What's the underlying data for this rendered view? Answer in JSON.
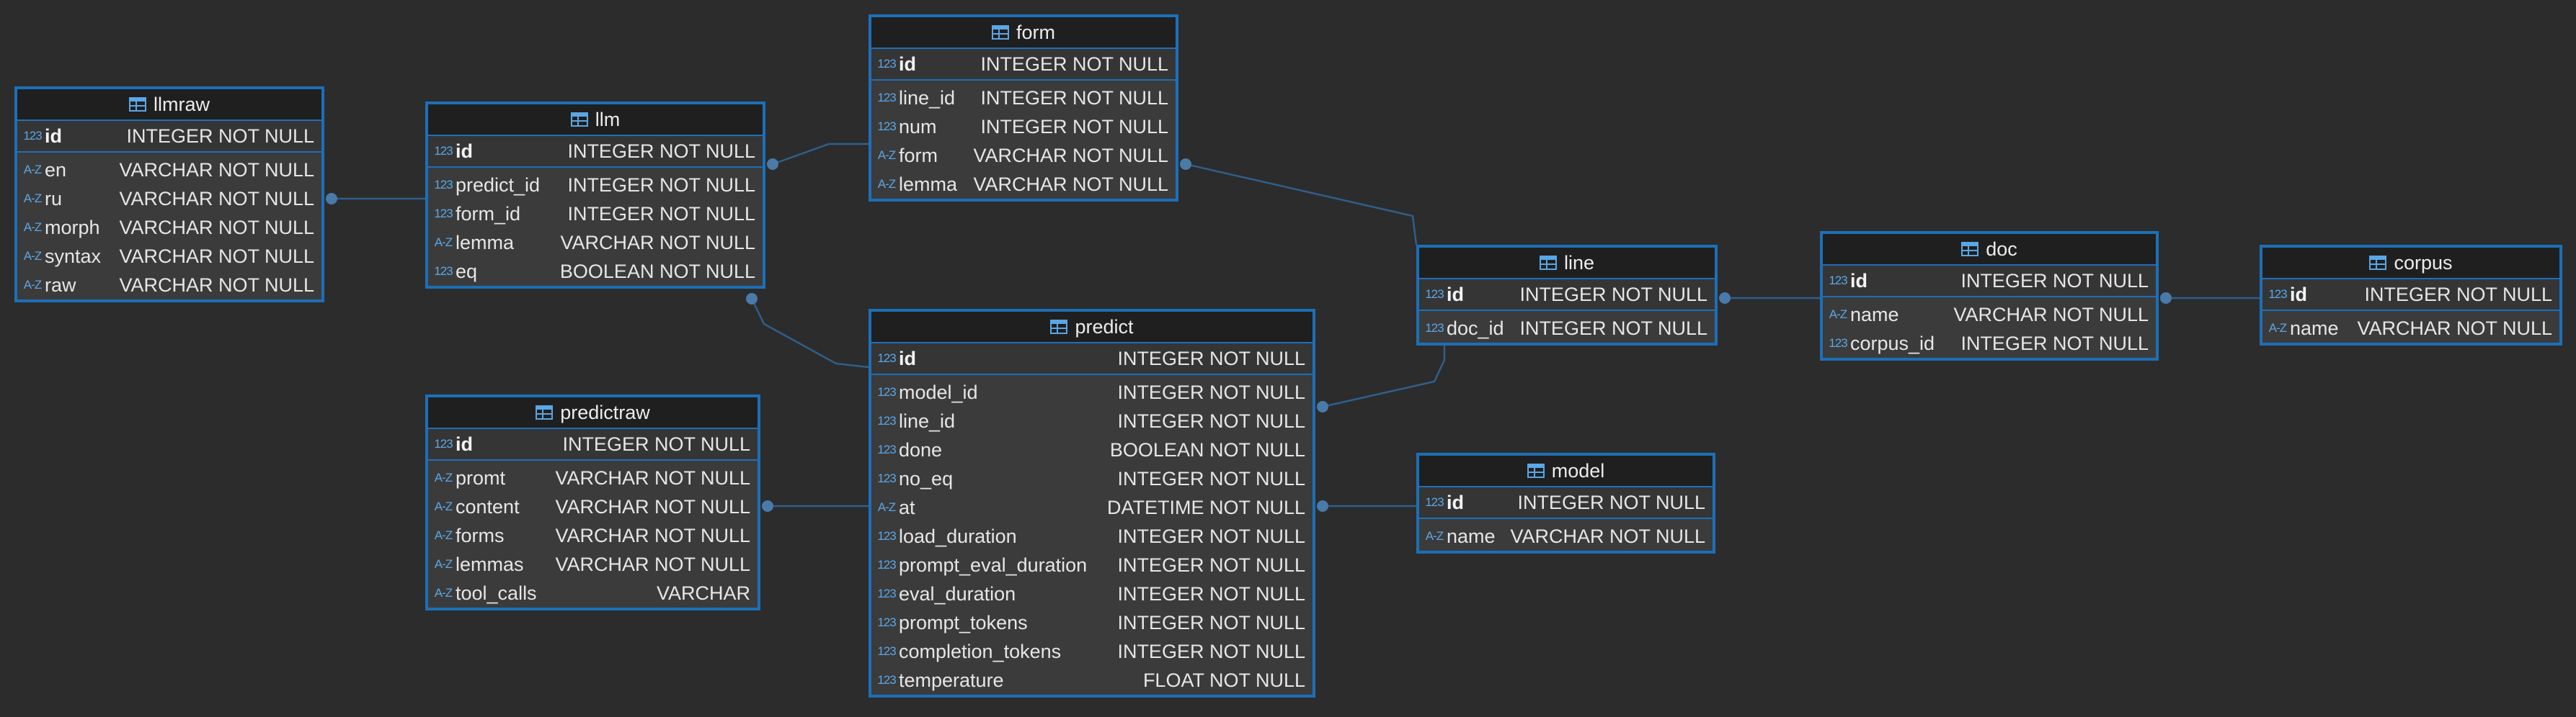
{
  "tables": [
    {
      "name": "llmraw",
      "columns": [
        {
          "icon": "123",
          "name": "id",
          "type": "INTEGER NOT NULL"
        },
        {
          "icon": "A-Z",
          "name": "en",
          "type": "VARCHAR NOT NULL"
        },
        {
          "icon": "A-Z",
          "name": "ru",
          "type": "VARCHAR NOT NULL"
        },
        {
          "icon": "A-Z",
          "name": "morph",
          "type": "VARCHAR NOT NULL"
        },
        {
          "icon": "A-Z",
          "name": "syntax",
          "type": "VARCHAR NOT NULL"
        },
        {
          "icon": "A-Z",
          "name": "raw",
          "type": "VARCHAR NOT NULL"
        }
      ]
    },
    {
      "name": "llm",
      "columns": [
        {
          "icon": "123",
          "name": "id",
          "type": "INTEGER NOT NULL"
        },
        {
          "icon": "123",
          "name": "predict_id",
          "type": "INTEGER NOT NULL"
        },
        {
          "icon": "123",
          "name": "form_id",
          "type": "INTEGER NOT NULL"
        },
        {
          "icon": "A-Z",
          "name": "lemma",
          "type": "VARCHAR NOT NULL"
        },
        {
          "icon": "123",
          "name": "eq",
          "type": "BOOLEAN NOT NULL"
        }
      ]
    },
    {
      "name": "form",
      "columns": [
        {
          "icon": "123",
          "name": "id",
          "type": "INTEGER NOT NULL"
        },
        {
          "icon": "123",
          "name": "line_id",
          "type": "INTEGER NOT NULL"
        },
        {
          "icon": "123",
          "name": "num",
          "type": "INTEGER NOT NULL"
        },
        {
          "icon": "A-Z",
          "name": "form",
          "type": "VARCHAR NOT NULL"
        },
        {
          "icon": "A-Z",
          "name": "lemma",
          "type": "VARCHAR NOT NULL"
        }
      ]
    },
    {
      "name": "predict",
      "columns": [
        {
          "icon": "123",
          "name": "id",
          "type": "INTEGER NOT NULL"
        },
        {
          "icon": "123",
          "name": "model_id",
          "type": "INTEGER NOT NULL"
        },
        {
          "icon": "123",
          "name": "line_id",
          "type": "INTEGER NOT NULL"
        },
        {
          "icon": "123",
          "name": "done",
          "type": "BOOLEAN NOT NULL"
        },
        {
          "icon": "123",
          "name": "no_eq",
          "type": "INTEGER NOT NULL"
        },
        {
          "icon": "A-Z",
          "name": "at",
          "type": "DATETIME NOT NULL"
        },
        {
          "icon": "123",
          "name": "load_duration",
          "type": "INTEGER NOT NULL"
        },
        {
          "icon": "123",
          "name": "prompt_eval_duration",
          "type": "INTEGER NOT NULL"
        },
        {
          "icon": "123",
          "name": "eval_duration",
          "type": "INTEGER NOT NULL"
        },
        {
          "icon": "123",
          "name": "prompt_tokens",
          "type": "INTEGER NOT NULL"
        },
        {
          "icon": "123",
          "name": "completion_tokens",
          "type": "INTEGER NOT NULL"
        },
        {
          "icon": "123",
          "name": "temperature",
          "type": "FLOAT NOT NULL"
        }
      ]
    },
    {
      "name": "predictraw",
      "columns": [
        {
          "icon": "123",
          "name": "id",
          "type": "INTEGER NOT NULL"
        },
        {
          "icon": "A-Z",
          "name": "promt",
          "type": "VARCHAR NOT NULL"
        },
        {
          "icon": "A-Z",
          "name": "content",
          "type": "VARCHAR NOT NULL"
        },
        {
          "icon": "A-Z",
          "name": "forms",
          "type": "VARCHAR NOT NULL"
        },
        {
          "icon": "A-Z",
          "name": "lemmas",
          "type": "VARCHAR NOT NULL"
        },
        {
          "icon": "A-Z",
          "name": "tool_calls",
          "type": "VARCHAR"
        }
      ]
    },
    {
      "name": "line",
      "columns": [
        {
          "icon": "123",
          "name": "id",
          "type": "INTEGER NOT NULL"
        },
        {
          "icon": "123",
          "name": "doc_id",
          "type": "INTEGER NOT NULL"
        }
      ]
    },
    {
      "name": "model",
      "columns": [
        {
          "icon": "123",
          "name": "id",
          "type": "INTEGER NOT NULL"
        },
        {
          "icon": "A-Z",
          "name": "name",
          "type": "VARCHAR NOT NULL"
        }
      ]
    },
    {
      "name": "doc",
      "columns": [
        {
          "icon": "123",
          "name": "id",
          "type": "INTEGER NOT NULL"
        },
        {
          "icon": "A-Z",
          "name": "name",
          "type": "VARCHAR NOT NULL"
        },
        {
          "icon": "123",
          "name": "corpus_id",
          "type": "INTEGER NOT NULL"
        }
      ]
    },
    {
      "name": "corpus",
      "columns": [
        {
          "icon": "123",
          "name": "id",
          "type": "INTEGER NOT NULL"
        },
        {
          "icon": "A-Z",
          "name": "name",
          "type": "VARCHAR NOT NULL"
        }
      ]
    }
  ],
  "colors": {
    "background": "#2c2c2c",
    "border": "#1d6fb8",
    "header": "#1f1f1f",
    "body": "#3b3b3b",
    "link": "#2f5f8a",
    "accent": "#5aa7e6"
  }
}
